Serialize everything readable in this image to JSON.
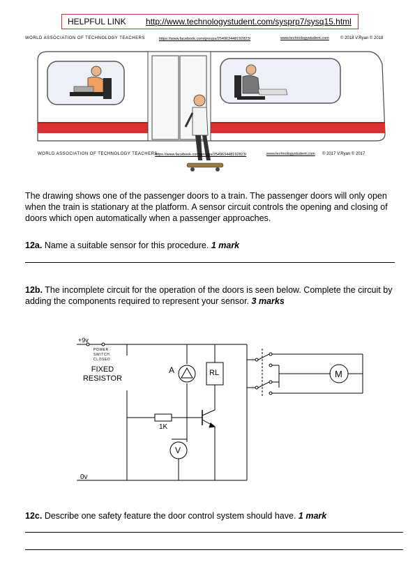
{
  "header": {
    "link_label": "HELPFUL LINK",
    "link_url": "http://www.technologystudent.com/sysprp7/sysq15.html"
  },
  "credits_top": {
    "org": "WORLD ASSOCIATION OF TECHNOLOGY TEACHERS",
    "facebook": "https://www.facebook.com/groups/254963448192823/",
    "site": "www.technologystudent.com",
    "copyright": "© 2018 V.Ryan © 2018"
  },
  "credits_bottom": {
    "org": "WORLD ASSOCIATION OF TECHNOLOGY TEACHERS",
    "facebook": "https://www.facebook.com/groups/254963448192823/",
    "site": "www.technologystudent.com",
    "copyright": "© 2017 V.Ryan © 2017"
  },
  "intro": "The drawing shows one of the passenger doors to a train. The passenger doors will only open when the train is stationary at the platform. A sensor circuit controls the opening and closing of doors which open automatically when a passenger approaches.",
  "q12a": {
    "num": "12a.",
    "text": " Name a suitable sensor for this procedure. ",
    "marks": "1 mark"
  },
  "q12b": {
    "num": "12b.",
    "text": " The incomplete circuit for the operation of the doors is seen below. Complete the circuit by adding the components required to represent your sensor. ",
    "marks": "3 marks"
  },
  "q12c": {
    "num": "12c.",
    "text": " Describe one safety feature the door control system should have. ",
    "marks": "1 mark"
  },
  "circuit": {
    "supply": "+9v",
    "ground": "0v",
    "switch_note": "POWER SWITCH CLOSED",
    "fixed_resistor": "FIXED RESISTOR",
    "ammeter": "A",
    "relay": "RL",
    "motor": "M",
    "base_resistor": "1K",
    "voltmeter": "V"
  }
}
